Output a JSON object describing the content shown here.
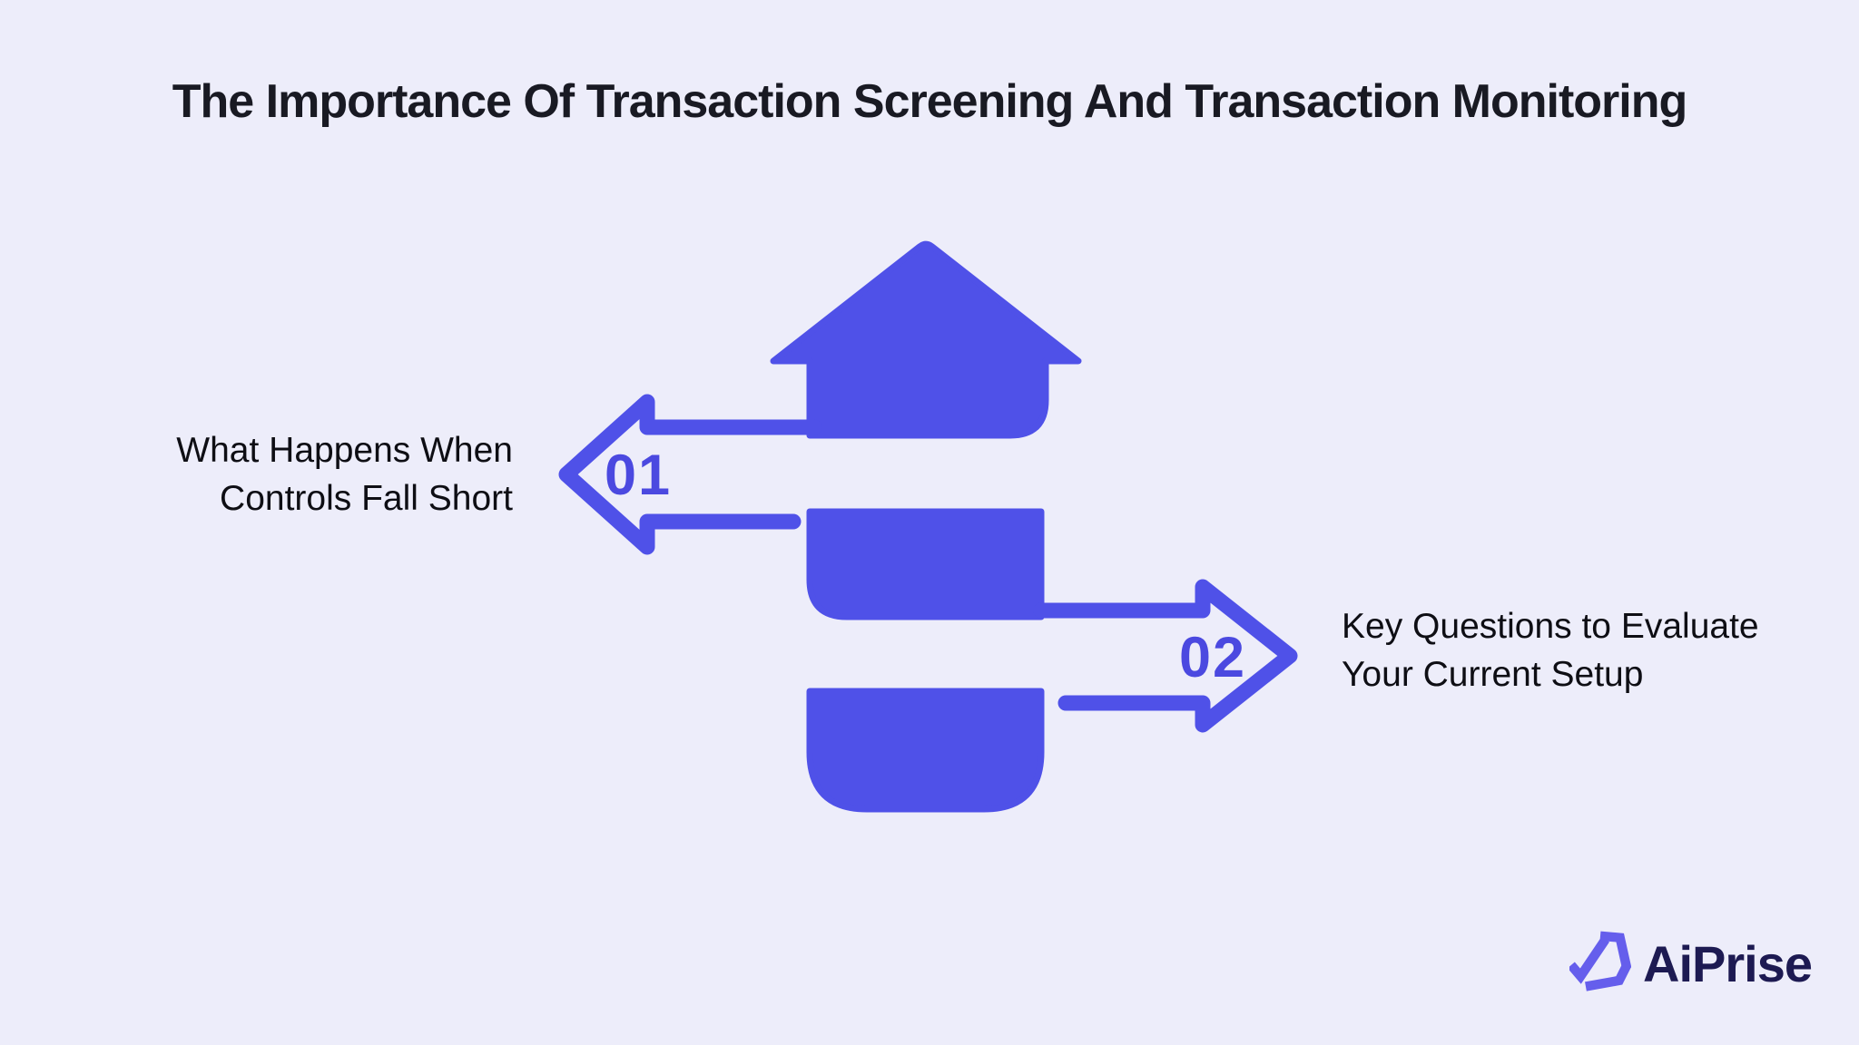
{
  "page": {
    "title": "The Importance Of Transaction Screening And Transaction Monitoring"
  },
  "diagram": {
    "type": "segmented-up-arrow-flow",
    "steps": [
      {
        "number": "01",
        "direction": "left",
        "label": "What Happens When Controls Fall Short",
        "lines": [
          "What Happens When",
          "Controls Fall Short"
        ]
      },
      {
        "number": "02",
        "direction": "right",
        "label": "Key Questions to Evaluate Your Current Setup",
        "lines": [
          "Key Questions to Evaluate",
          "Your Current Setup"
        ]
      }
    ]
  },
  "branding": {
    "logo_text": "AiPrise",
    "logo_mark_icon": "aiprise-triangle-check-mark"
  },
  "colors": {
    "background": "#EDEDFA",
    "accent": "#4F51E8",
    "step_number": "#4B49E0",
    "title_text": "#191A23",
    "label_text": "#0E0E14",
    "logo_text": "#1D1A52",
    "logo_mark": "#655EEC"
  }
}
